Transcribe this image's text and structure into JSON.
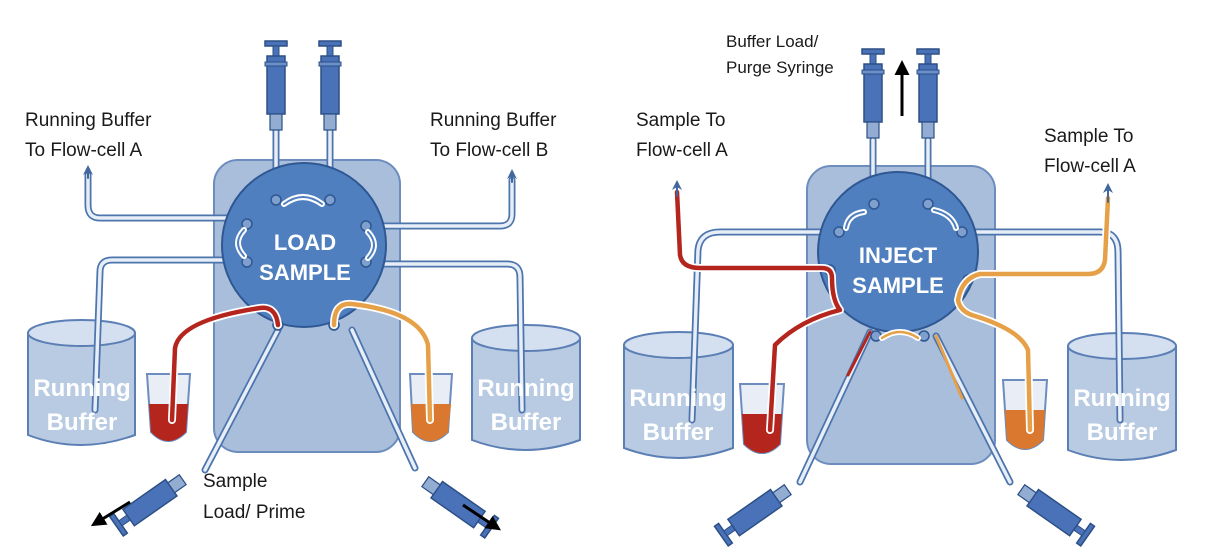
{
  "left_panel": {
    "valve_line1": "LOAD",
    "valve_line2": "SAMPLE",
    "label_a_line1": "Running Buffer",
    "label_a_line2": "To Flow-cell A",
    "label_b_line1": "Running Buffer",
    "label_b_line2": "To Flow-cell B",
    "sample_line1": "Sample",
    "sample_line2": "Load/ Prime",
    "reservoir_left_line1": "Running",
    "reservoir_left_line2": "Buffer",
    "reservoir_right_line1": "Running",
    "reservoir_right_line2": "Buffer"
  },
  "right_panel": {
    "valve_line1": "INJECT",
    "valve_line2": "SAMPLE",
    "syringe_line1": "Buffer Load/",
    "syringe_line2": "Purge Syringe",
    "label_left_line1": "Sample To",
    "label_left_line2": "Flow-cell A",
    "label_right_line1": "Sample To",
    "label_right_line2": "Flow-cell A",
    "reservoir_left_line1": "Running",
    "reservoir_left_line2": "Buffer",
    "reservoir_right_line1": "Running",
    "reservoir_right_line2": "Buffer"
  },
  "colors": {
    "housing": "#a9bedb",
    "valve": "#4f7fbf",
    "tube": "#dde7f3",
    "red_sample": "#b3251d",
    "orange_sample": "#e6a048",
    "syringe": "#4a72b8"
  }
}
